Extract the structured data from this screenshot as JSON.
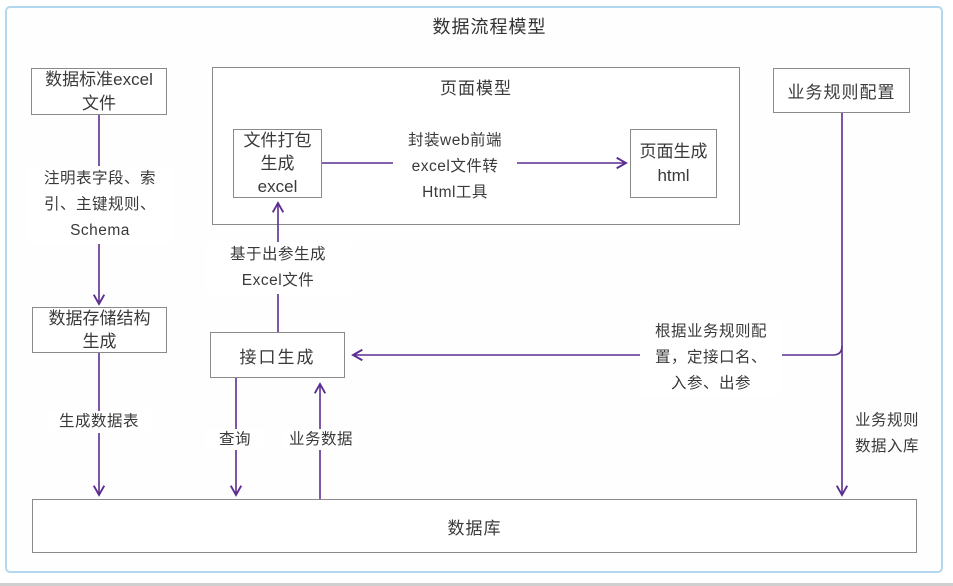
{
  "diagram": {
    "title": "数据流程模型",
    "nodes": {
      "data_standard_excel": "数据标准excel\n文件",
      "page_model_container": "页面模型",
      "file_package": "文件打包\n生成\nexcel",
      "page_generate_html": "页面生成\nhtml",
      "business_rule_config": "业务规则配置",
      "data_storage_structure": "数据存储结构\n生成",
      "interface_generate": "接口生成",
      "database": "数据库"
    },
    "labels": {
      "schema_note": "注明表字段、索\n引、主键规则、\nSchema",
      "generate_table": "生成数据表",
      "excel_from_output": "基于出参生成\nExcel文件",
      "web_tool": "封装web前端\nexcel文件转\nHtml工具",
      "query": "查询",
      "business_data": "业务数据",
      "rule_to_interface": "根据业务规则配\n置，定接口名、\n入参、出参",
      "rule_into_db": "业务规则\n数据入库"
    },
    "colors": {
      "arrow": "#5b2d91",
      "box_border": "#8a8a8a",
      "text": "#3a3a3a",
      "frame": "#b3d7ef"
    }
  }
}
